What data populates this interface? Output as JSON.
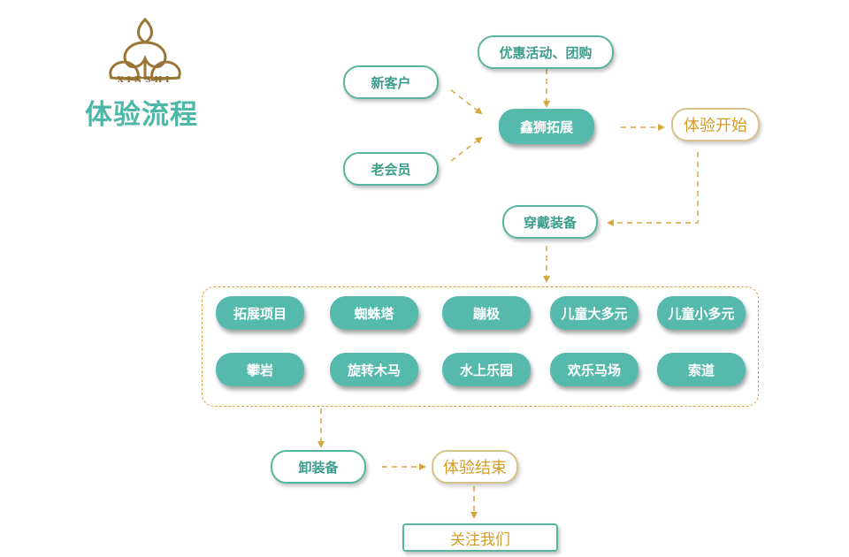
{
  "header": {
    "logo_text": "XINSHI",
    "title": "体验流程"
  },
  "colors": {
    "teal": "#55b9ab",
    "teal_border": "#57b49e",
    "gold": "#d49b27",
    "gold_border": "#dcc089",
    "arrow": "#d8a640"
  },
  "nodes": {
    "promo": "优惠活动、团购",
    "new_customer": "新客户",
    "old_member": "老会员",
    "xinshi": "鑫狮拓展",
    "start": "体验开始",
    "wear_gear": "穿戴装备",
    "remove_gear": "卸装备",
    "end": "体验结束",
    "follow": "关注我们"
  },
  "activities": [
    "拓展项目",
    "蜘蛛塔",
    "蹦极",
    "儿童大多元",
    "儿童小多元",
    "攀岩",
    "旋转木马",
    "水上乐园",
    "欢乐马场",
    "索道"
  ]
}
